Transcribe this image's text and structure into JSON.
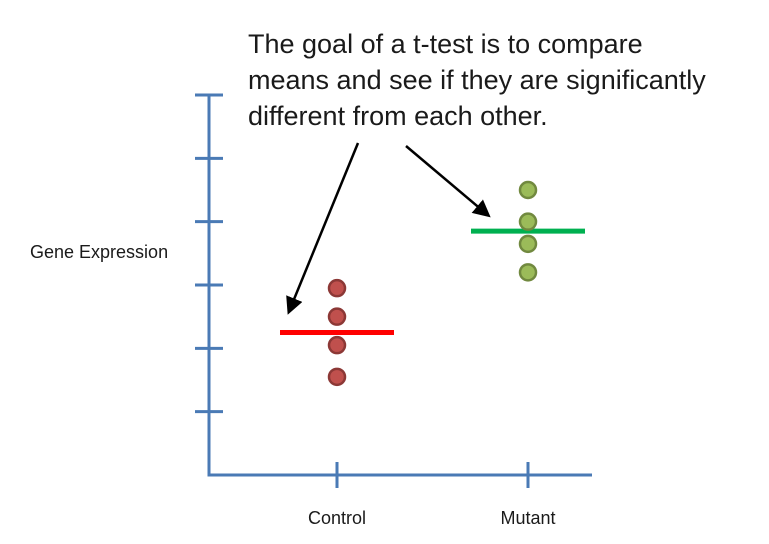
{
  "annotation": {
    "lines": [
      "The goal of a t-test is to compare",
      "means and see if they are significantly",
      "different from each other."
    ]
  },
  "chart_data": {
    "type": "scatter",
    "xlabel": "",
    "ylabel": "Gene Expression",
    "categories": [
      "Control",
      "Mutant"
    ],
    "ylim": [
      0,
      6
    ],
    "y_ticks": 6,
    "y_tick_labels": false,
    "grid": false,
    "legend": "none",
    "series": [
      {
        "category": "Control",
        "color": "#c0504d",
        "mean_color": "#ff0000",
        "values": [
          2.95,
          2.5,
          2.05,
          1.55
        ],
        "mean": 2.25
      },
      {
        "category": "Mutant",
        "color": "#9bbb59",
        "mean_color": "#00b050",
        "values": [
          4.5,
          4.0,
          3.65,
          3.2
        ],
        "mean": 3.85
      }
    ],
    "axis_color": "#4a7ab5",
    "arrow_color": "#000000"
  }
}
